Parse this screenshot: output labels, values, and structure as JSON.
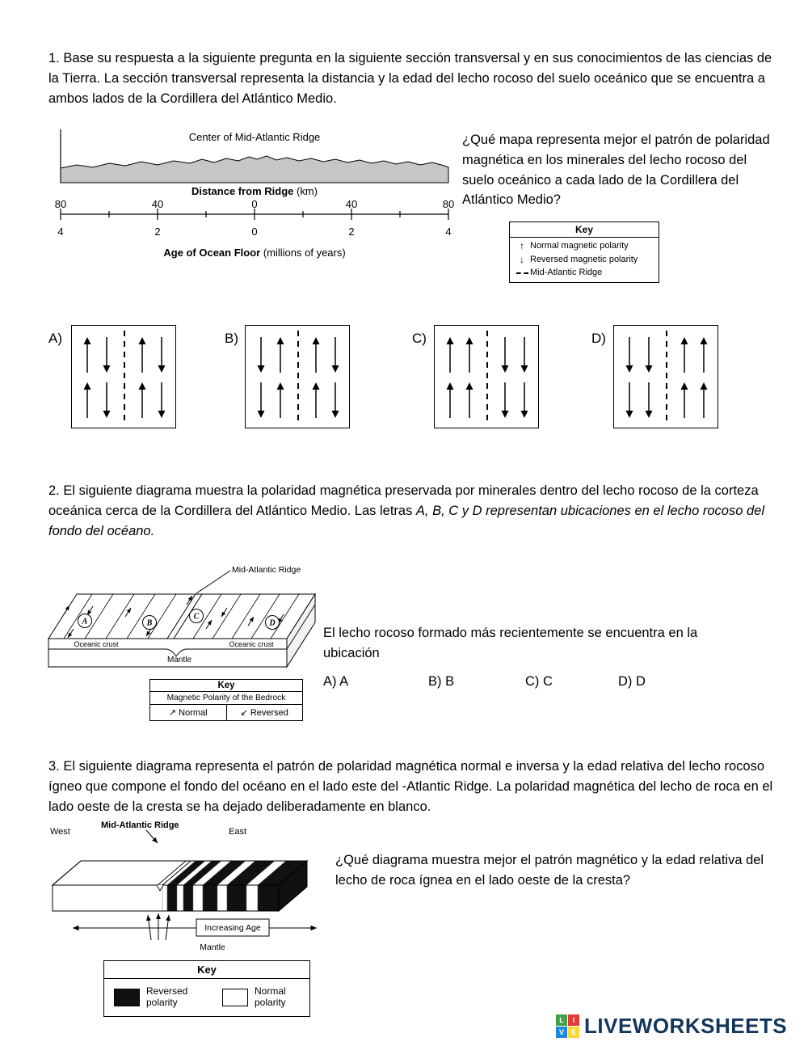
{
  "q1": {
    "text": "1. Base su respuesta a la siguiente pregunta en la siguiente sección transversal y en sus conocimientos de las ciencias de la Tierra. La sección transversal representa la distancia y la edad del lecho rocoso del suelo oceánico que se encuentra a ambos lados de la Cordillera del Atlántico Medio.",
    "cross_section": {
      "title": "Center of Mid-Atlantic Ridge",
      "distance_label": "Distance from Ridge",
      "distance_unit": " (km)",
      "distance_ticks": [
        "80",
        "40",
        "0",
        "40",
        "80"
      ],
      "age_ticks": [
        "4",
        "2",
        "0",
        "2",
        "4"
      ],
      "age_label": "Age of Ocean Floor",
      "age_unit": " (millions of years)"
    },
    "question": "¿Qué mapa representa mejor el patrón de polaridad magnética en los minerales del lecho rocoso del suelo oceánico a cada lado de la Cordillera del Atlántico Medio?",
    "key": {
      "title": "Key",
      "items": [
        {
          "icon": "up-arrow",
          "symbol": "↑",
          "label": "Normal magnetic polarity"
        },
        {
          "icon": "down-arrow",
          "symbol": "↓",
          "label": "Reversed magnetic polarity"
        },
        {
          "icon": "dashed-line",
          "label": "Mid-Atlantic Ridge"
        }
      ]
    },
    "options": [
      {
        "label": "A)",
        "arrows": [
          "up",
          "down",
          "up",
          "down"
        ]
      },
      {
        "label": "B)",
        "arrows": [
          "down",
          "up",
          "up",
          "down"
        ]
      },
      {
        "label": "C)",
        "arrows": [
          "up",
          "up",
          "down",
          "down"
        ]
      },
      {
        "label": "D)",
        "arrows": [
          "down",
          "down",
          "up",
          "up"
        ]
      }
    ]
  },
  "q2": {
    "text_normal": "2. El siguiente diagrama muestra la polaridad magnética preservada por minerales dentro del lecho rocoso de la corteza oceánica cerca de la Cordillera del Atlántico Medio. Las letras ",
    "text_italic": "A, B, C y D representan ubicaciones en el lecho rocoso del fondo del océano.",
    "diagram": {
      "ridge_label": "Mid-Atlantic Ridge",
      "letters": [
        "A",
        "B",
        "C",
        "D"
      ],
      "crust_left": "Oceanic crust",
      "crust_right": "Oceanic crust",
      "mantle": "Mantle"
    },
    "key": {
      "title": "Key",
      "subtitle": "Magnetic Polarity of the Bedrock",
      "normal_symbol": "↗",
      "normal_label": "Normal",
      "reversed_symbol": "↙",
      "reversed_label": "Reversed"
    },
    "question": "El lecho rocoso formado más recientemente se encuentra en la ubicación",
    "options": [
      {
        "text": "A) A"
      },
      {
        "text": "B) B"
      },
      {
        "text": "C) C"
      },
      {
        "text": "D) D"
      }
    ]
  },
  "q3": {
    "text": "3. El siguiente diagrama representa el patrón de polaridad magnética normal e inversa y la edad relativa del lecho rocoso ígneo que compone el fondo del océano en el lado este del -Atlantic Ridge. La polaridad magnética del lecho de roca en el lado oeste de la cresta se ha dejado deliberadamente en blanco.",
    "diagram": {
      "west": "West",
      "ridge_label": "Mid-Atlantic Ridge",
      "east": "East",
      "increasing_age": "Increasing Age",
      "mantle": "Mantle",
      "stripes_east": [
        {
          "polarity": "normal",
          "width": 6
        },
        {
          "polarity": "reversed",
          "width": 12
        },
        {
          "polarity": "normal",
          "width": 8
        },
        {
          "polarity": "reversed",
          "width": 12
        },
        {
          "polarity": "normal",
          "width": 12
        },
        {
          "polarity": "reversed",
          "width": 18
        },
        {
          "polarity": "normal",
          "width": 12
        },
        {
          "polarity": "reversed",
          "width": 24
        },
        {
          "polarity": "normal",
          "width": 14
        },
        {
          "polarity": "reversed",
          "width": 26
        }
      ]
    },
    "question": "¿Qué diagrama muestra mejor el patrón magnético y la edad relativa del lecho de roca ígnea en el lado oeste de la cresta?",
    "key": {
      "title": "Key",
      "reversed_label": "Reversed polarity",
      "normal_label": "Normal polarity"
    }
  },
  "footer": {
    "logo_letters": [
      "L",
      "I",
      "V",
      "E"
    ],
    "logo_text": "LIVEWORKSHEETS"
  }
}
